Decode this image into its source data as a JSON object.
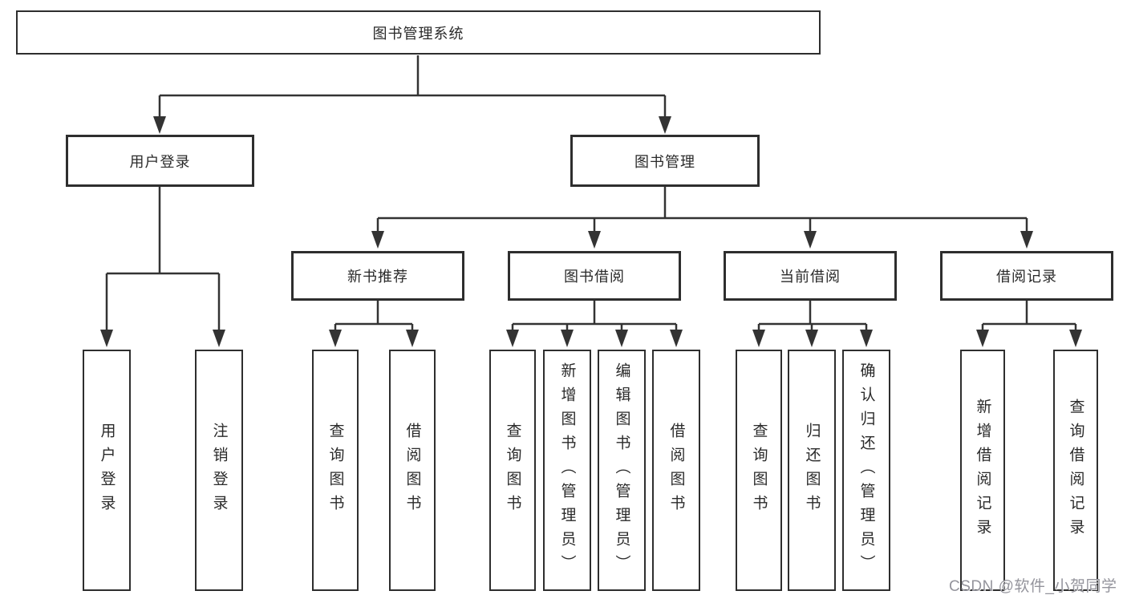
{
  "tree": {
    "root": {
      "label": "图书管理系统"
    },
    "branches": [
      {
        "label": "用户登录",
        "children": [
          {
            "label": "用户登录"
          },
          {
            "label": "注销登录"
          }
        ]
      },
      {
        "label": "图书管理",
        "children": [
          {
            "label": "新书推荐",
            "children": [
              {
                "label": "查询图书"
              },
              {
                "label": "借阅图书"
              }
            ]
          },
          {
            "label": "图书借阅",
            "children": [
              {
                "label": "查询图书"
              },
              {
                "label": "新增图书（管理员）"
              },
              {
                "label": "编辑图书（管理员）"
              },
              {
                "label": "借阅图书"
              }
            ]
          },
          {
            "label": "当前借阅",
            "children": [
              {
                "label": "查询图书"
              },
              {
                "label": "归还图书"
              },
              {
                "label": "确认归还（管理员）"
              }
            ]
          },
          {
            "label": "借阅记录",
            "children": [
              {
                "label": "新增借阅记录"
              },
              {
                "label": "查询借阅记录"
              }
            ]
          }
        ]
      }
    ]
  },
  "watermark": {
    "text": "CSDN @软件_小贺同学"
  },
  "colors": {
    "line": "#333333",
    "box_border": "#2e2e2e",
    "box_fill": "#ffffff",
    "text": "#2a2a2a",
    "watermark": "#94949c",
    "background": "#ffffff"
  }
}
